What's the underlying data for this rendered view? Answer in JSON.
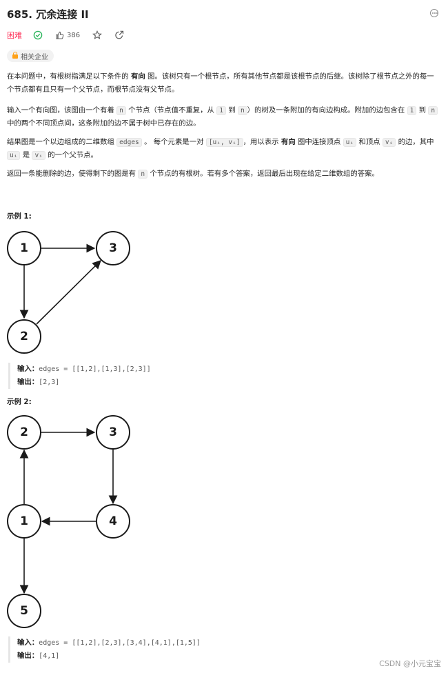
{
  "problem": {
    "title": "685. 冗余连接 II",
    "difficulty": "困难",
    "likes": "386",
    "tag": "相关企业"
  },
  "description": {
    "p1": {
      "a": "在本问题中，有根树指满足以下条件的 ",
      "b": "有向",
      "c": " 图。该树只有一个根节点，所有其他节点都是该根节点的后继。该树除了根节点之外的每一个节点都有且只有一个父节点，而根节点没有父节点。"
    },
    "p2": {
      "a": "输入一个有向图，该图由一个有着 ",
      "c1": "n",
      "b": " 个节点（节点值不重复，从 ",
      "c2": "1",
      "c": " 到 ",
      "c3": "n",
      "d": "）的树及一条附加的有向边构成。附加的边包含在 ",
      "c4": "1",
      "e": " 到 ",
      "c5": "n",
      "f": " 中的两个不同顶点间，这条附加的边不属于树中已存在的边。"
    },
    "p3": {
      "a": "结果图是一个以边组成的二维数组 ",
      "c1": "edges",
      "b": " 。 每个元素是一对 ",
      "c2": "[uᵢ, vᵢ]",
      "c": "，用以表示 ",
      "d": "有向",
      "e": " 图中连接顶点 ",
      "c3": "uᵢ",
      "f": " 和顶点 ",
      "c4": "vᵢ",
      "g": " 的边，其中 ",
      "c5": "uᵢ",
      "h": " 是 ",
      "c6": "vᵢ",
      "i": " 的一个父节点。"
    },
    "p4": {
      "a": "返回一条能删除的边，使得剩下的图是有 ",
      "c1": "n",
      "b": " 个节点的有根树。若有多个答案，返回最后出现在给定二维数组的答案。"
    }
  },
  "examples": [
    {
      "title": "示例 1:",
      "input_label": "输入：",
      "input_value": "edges = [[1,2],[1,3],[2,3]]",
      "output_label": "输出：",
      "output_value": "[2,3]",
      "nodes": [
        "1",
        "2",
        "3"
      ]
    },
    {
      "title": "示例 2:",
      "input_label": "输入：",
      "input_value": "edges = [[1,2],[2,3],[3,4],[4,1],[1,5]]",
      "output_label": "输出：",
      "output_value": "[4,1]",
      "nodes": [
        "1",
        "2",
        "3",
        "4",
        "5"
      ]
    }
  ],
  "watermark": "CSDN @小元宝宝",
  "icons": [
    "more-icon",
    "check-circle-icon",
    "thumbs-up-icon",
    "star-icon",
    "share-icon",
    "lock-icon"
  ]
}
